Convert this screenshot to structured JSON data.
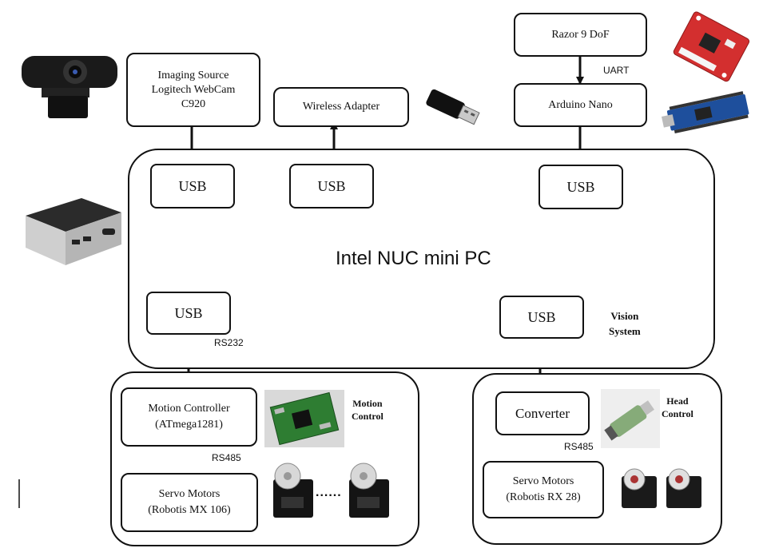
{
  "nodes": {
    "webcam_box": "Imaging Source\nLogitech WebCam\nC920",
    "wireless": "Wireless Adapter",
    "razor": "Razor 9 DoF",
    "arduino": "Arduino Nano",
    "pc": "Intel NUC mini PC",
    "usb_webcam": "USB",
    "usb_wireless": "USB",
    "usb_arduino": "USB",
    "usb_motion": "USB",
    "usb_vision": "USB",
    "motion_controller": "Motion Controller\n(ATmega1281)",
    "servo_mx": "Servo Motors\n(Robotis MX 106)",
    "converter": "Converter",
    "servo_rx": "Servo Motors\n(Robotis RX 28)"
  },
  "labels": {
    "uart": "UART",
    "rs232": "RS232",
    "rs485_left": "RS485",
    "rs485_right": "RS485",
    "vision_system": "Vision\nSystem",
    "motion_control": "Motion\nControl",
    "head_control": "Head\nControl",
    "dots": "......"
  },
  "colors": {
    "line": "#111111",
    "board_green": "#2e7d32",
    "razor_red": "#d32f2f",
    "nano_blue": "#1e4f9c"
  }
}
